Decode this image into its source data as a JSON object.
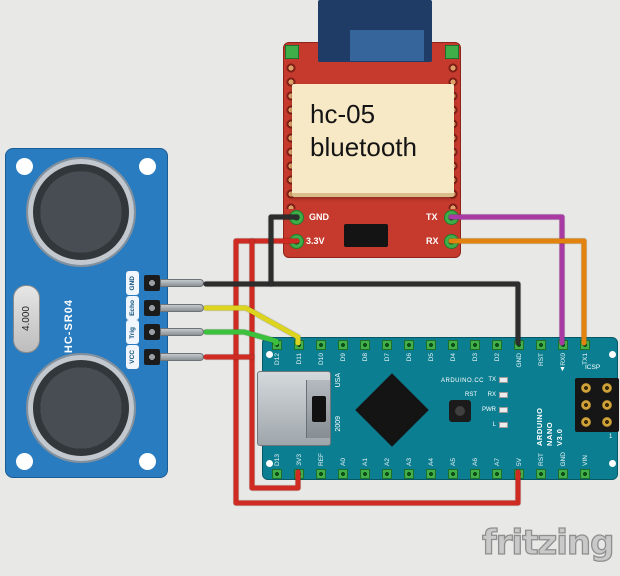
{
  "watermark": "fritzing",
  "hc05": {
    "sticker": {
      "line1": "hc-05",
      "line2": "bluetooth"
    },
    "left_pins": [
      "GND",
      "3.3V"
    ],
    "right_pins": [
      "TX",
      "RX"
    ]
  },
  "hcsr04": {
    "board_label": "HC-SR04",
    "crystal_label": "4.000",
    "pins": [
      "GND",
      "Echo",
      "Trig",
      "VCC"
    ]
  },
  "nano": {
    "top_pins": [
      "D12",
      "D11",
      "D10",
      "D9",
      "D8",
      "D7",
      "D6",
      "D5",
      "D4",
      "D3",
      "D2",
      "GND",
      "RST",
      "RX0",
      "TX1"
    ],
    "bottom_pins": [
      "D13",
      "3V3",
      "REF",
      "A0",
      "A1",
      "A2",
      "A3",
      "A4",
      "A5",
      "A6",
      "A7",
      "5V",
      "RST",
      "GND",
      "VIN"
    ],
    "led_labels": [
      "TX",
      "RX",
      "PWR",
      "L"
    ],
    "silk": {
      "brand": "ARDUINO.CC",
      "rst": "RST",
      "icsp": "ICSP",
      "usa": "USA",
      "year": "2009",
      "pin1": "1",
      "marker": "▼",
      "model": [
        "ARDUINO",
        "NANO",
        "V3.0"
      ]
    }
  },
  "wires": {
    "red": "#cf2b22",
    "black": "#2d2d2d",
    "yellow": "#dcd41e",
    "green": "#3cc13c",
    "purple": "#a939a3",
    "orange": "#e2830f"
  },
  "board_colors": {
    "hc05": "#c53a2c",
    "hcsr04": "#2a7cc0",
    "nano": "#0b7f91"
  }
}
